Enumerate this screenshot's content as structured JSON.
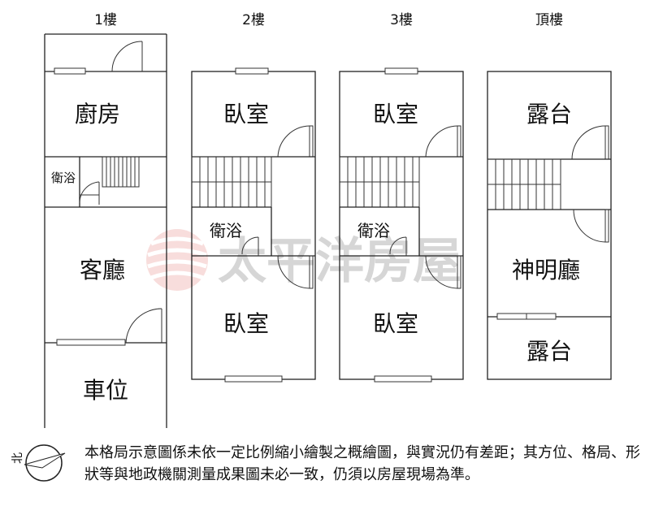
{
  "floors": [
    {
      "label": "1樓"
    },
    {
      "label": "2樓"
    },
    {
      "label": "3樓"
    },
    {
      "label": "頂樓"
    }
  ],
  "rooms": {
    "f1_kitchen": "廚房",
    "f1_bath": "衛浴",
    "f1_living": "客廳",
    "f1_parking": "車位",
    "f2_bedroom_top": "臥室",
    "f2_bath": "衛浴",
    "f2_bedroom_bottom": "臥室",
    "f3_bedroom_top": "臥室",
    "f3_bath": "衛浴",
    "f3_bedroom_bottom": "臥室",
    "roof_terrace_top": "露台",
    "roof_shrine_hall": "神明廳",
    "roof_terrace_bottom": "露台"
  },
  "watermark": {
    "text": "太平洋房屋"
  },
  "compass": {
    "icon": "compass-north-arrow-icon",
    "glyph": "北"
  },
  "disclaimer": "本格局示意圖係未依一定比例縮小繪製之概繪圖，與實況仍有差距；其方位、格局、形狀等與地政機關測量成果圖未必一致，仍須以房屋現場為準。"
}
